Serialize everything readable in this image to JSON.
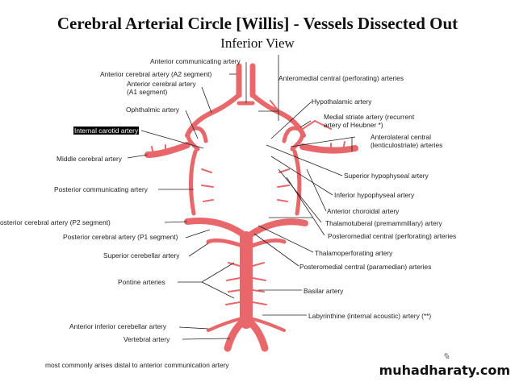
{
  "title": "Cerebral Arterial Circle [Willis] - Vessels Dissected Out",
  "subtitle": "Inferior View",
  "labels": {
    "anterior_communicating": "Anterior communicating artery",
    "aca_a2": "Anterior cerebral artery (A2 segment)",
    "aca_a1_line1": "Anterior cerebral artery",
    "aca_a1_line2": "(A1 segment)",
    "ophthalmic": "Ophthalmic artery",
    "internal_carotid": "Internal carotid artery",
    "middle_cerebral": "Middle cerebral artery",
    "posterior_communicating": "Posterior communicating artery",
    "pca_p2": "osterior cerebral artery (P2 segment)",
    "pca_p1": "Posterior cerebral artery (P1 segment)",
    "superior_cerebellar": "Superior cerebellar artery",
    "pontine": "Pontine arteries",
    "aica": "Anterior inferior cerebellar artery",
    "vertebral": "Vertebral artery",
    "anteromedial_central": "Anteromedial central (perforating) arteries",
    "hypothalamic": "Hypothalamic artery",
    "medial_striate_line1": "Medial striate artery (recurrent",
    "medial_striate_line2": "artery of Heubner *)",
    "anterolateral_line1": "Anterolateral central",
    "anterolateral_line2": "(lenticulostriate) arteries",
    "superior_hypophyseal": "Superior hypophyseal artery",
    "inferior_hypophyseal": "Inferior hypophyseal artery",
    "anterior_choroidal": "Anterior choroidal artery",
    "thalamotuberal": "Thalamotuberal (premammillary) artery",
    "posteromedial_perforating": "Posteromedial central (perforating) arteries",
    "thalamoperforating": "Thalamoperforating artery",
    "posteromedial_paramedian": "Posteromedial central (paramedian) arteries",
    "basilar": "Basilar artery",
    "labyrinthine": "Labyrinthine (internal acoustic) artery (**)"
  },
  "footnote": "most commonly arises distal to anterior communication artery",
  "watermark": "muhadharaty.com",
  "colors": {
    "artery": "#e8676a",
    "artery_dark": "#c94448",
    "leader": "#222222"
  }
}
